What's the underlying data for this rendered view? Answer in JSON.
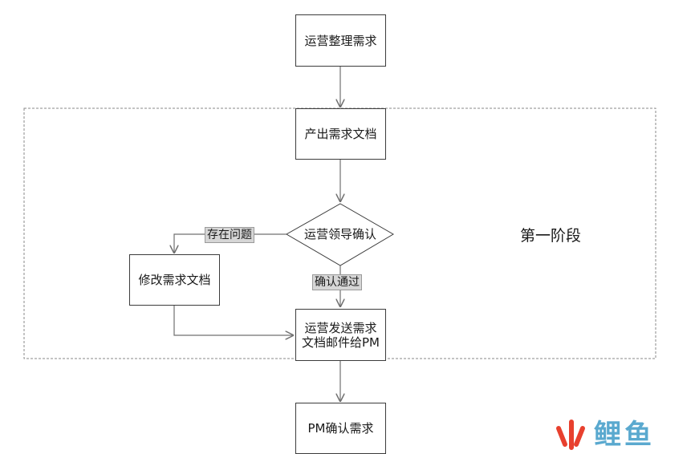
{
  "nodes": {
    "collect": "运营整理需求",
    "produce_doc": "产出需求文档",
    "review": "运营领导确认",
    "revise_doc": "修改需求文档",
    "send_doc_line1": "运营发送需求",
    "send_doc_line2": "文档邮件给PM",
    "pm_confirm": "PM确认需求"
  },
  "edges": {
    "has_issue": "存在问题",
    "approved": "确认通过"
  },
  "stage": {
    "label": "第一阶段"
  },
  "logo": {
    "text": "鲤鱼",
    "mark_color": "#e8402e",
    "text_color": "#5aa9cf"
  }
}
